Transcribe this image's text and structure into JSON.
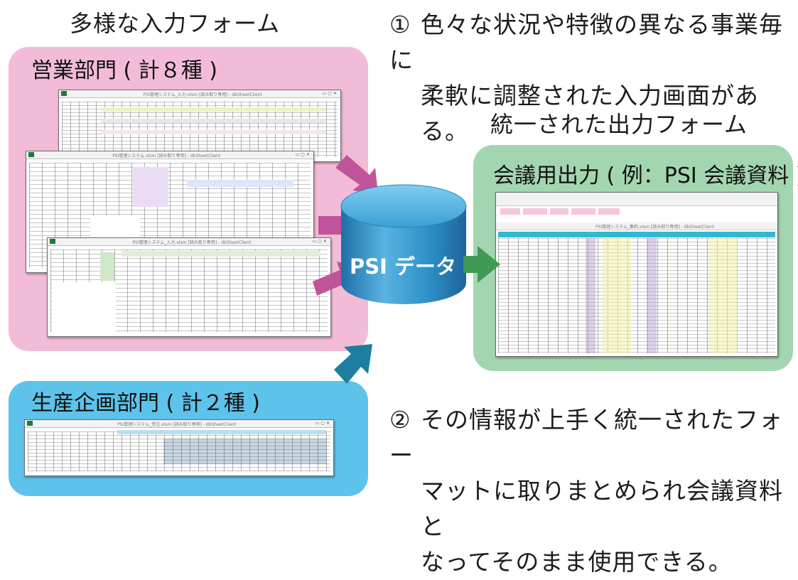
{
  "headings": {
    "input_forms": "多様な入力フォーム",
    "output_form": "統一された出力フォーム"
  },
  "notes": {
    "note1_num": "①",
    "note1_line1": "色々な状況や特徴の異なる事業毎に",
    "note1_line2": "柔軟に調整された入力画面がある。",
    "note2_num": "②",
    "note2_line1": "その情報が上手く統一されたフォー",
    "note2_line2": "マットに取りまとめられ会議資料と",
    "note2_line3": "なってそのまま使用できる。"
  },
  "panels": {
    "sales": {
      "title": "営業部門 ( 計８種 )",
      "color": "#f2bcd8"
    },
    "production": {
      "title": "生産企画部門 ( 計２種 )",
      "color": "#5ec3ea"
    },
    "meeting": {
      "title": "会議用出力 ( 例：PSI 会議資料 )",
      "color": "#a3d6b0"
    }
  },
  "database": {
    "label": "PSI データ",
    "color": "#2f8fc4"
  },
  "arrows": {
    "pink": "#c0549b",
    "teal": "#1e7ea0",
    "green": "#3f9a55"
  },
  "windows": {
    "sales_1_title": "PSI管理システム_入力.xlsm [読み取り専用] - dbSheetClient",
    "sales_2_title": "PSI管理システム.xlsm [読み取り専用] - dbSheetClient",
    "sales_3_title": "PSI管理システム_入力.xlsm [読み取り専用] - dbSheetClient",
    "production_title": "PSI管理システム_受注.xlsm [読み取り専用] - dbSheetClient",
    "output_title": "PSI管理システム_集約.xlsm [読み取り専用] - dbSheetClient"
  }
}
